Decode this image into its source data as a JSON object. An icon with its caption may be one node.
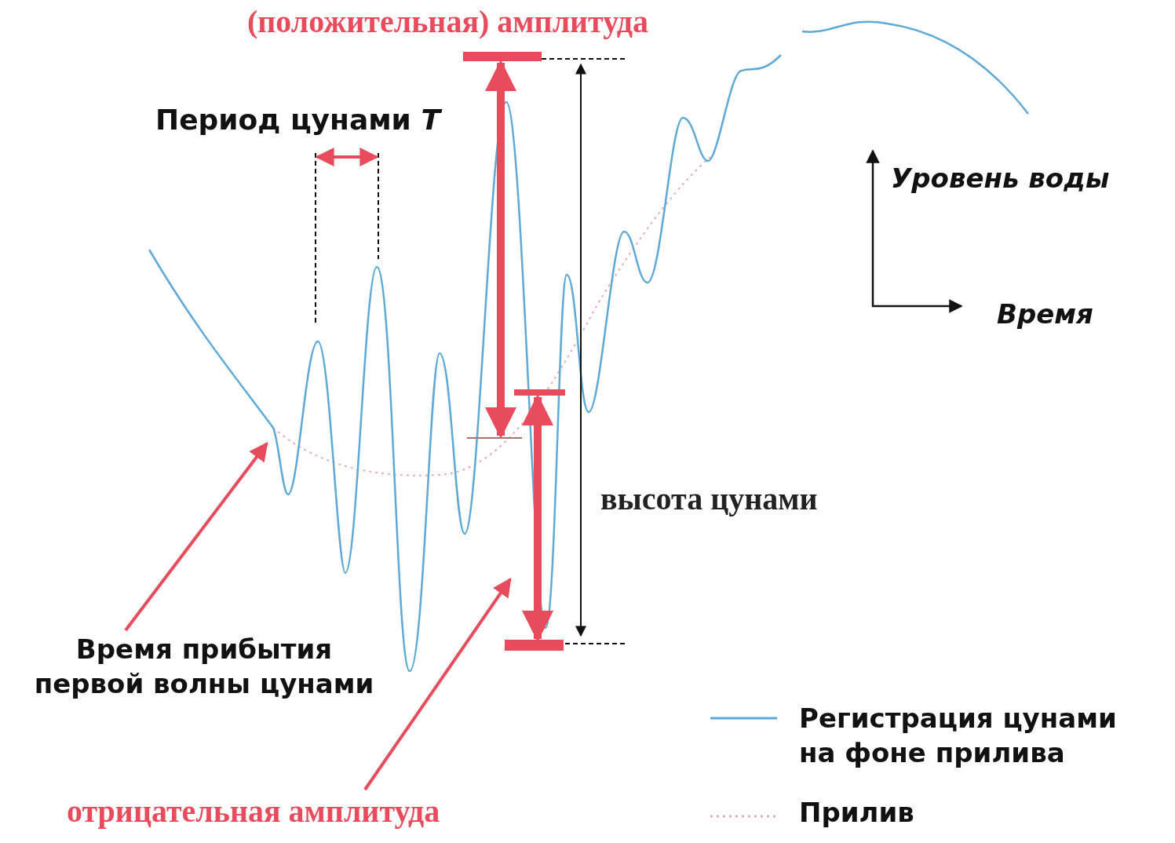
{
  "diagram": {
    "nodes": [
      {
        "text": [
          "Время прибытия первой волны цунами"
        ]
      },
      {
        "text": [
          "отрицательная амплитуда"
        ]
      },
      {
        "text": [],
        "shape": "picture"
      }
    ],
    "edges": [
      {
        "from": 0,
        "to": 2,
        "arrow": "to"
      },
      {
        "from": 1,
        "to": 2,
        "arrow": "to"
      }
    ],
    "labels": [
      "(положительная) амплитуда",
      "Период цунами *T*",
      "Уровень воды",
      "Время",
      "высота цунами"
    ],
    "legend": [
      {
        "text": "Регистрация цунами на фоне прилива"
      },
      {
        "text": "Прилив"
      }
    ]
  }
}
